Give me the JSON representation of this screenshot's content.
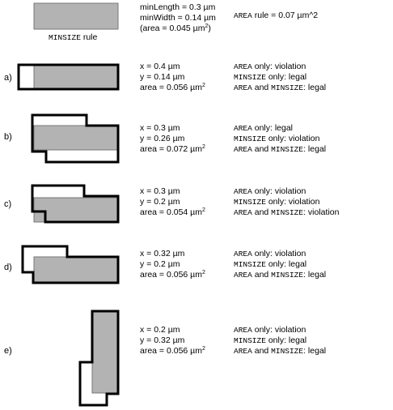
{
  "header": {
    "rule_caption_mono": "MINSIZE",
    "rule_caption_rest": " rule",
    "min_length": "minLength = 0.3 µm",
    "min_width": "minWidth = 0.14 µm",
    "area_note_pre": "(area = 0.045 µm",
    "area_note_sup": "2",
    "area_note_post": ")",
    "area_rule_mono": "AREA",
    "area_rule_rest": " rule = 0.07 µm^2"
  },
  "cases": [
    {
      "label": "a)",
      "x": "x = 0.4 µm",
      "y": "y = 0.14 µm",
      "area": "area = 0.056 µm",
      "sup": "2",
      "r1_mono": "AREA",
      "r1_rest": " only: violation",
      "r2_mono": "MINSIZE",
      "r2_rest": " only: legal",
      "r3_mono1": "AREA",
      "r3_and": " and ",
      "r3_mono2": "MINSIZE",
      "r3_rest": ": legal"
    },
    {
      "label": "b)",
      "x": "x = 0.3 µm",
      "y": "y = 0.26 µm",
      "area": "area = 0.072 µm",
      "sup": "2",
      "r1_mono": "AREA",
      "r1_rest": " only: legal",
      "r2_mono": "MINSIZE",
      "r2_rest": " only: violation",
      "r3_mono1": "AREA",
      "r3_and": " and ",
      "r3_mono2": "MINSIZE",
      "r3_rest": ": legal"
    },
    {
      "label": "c)",
      "x": "x = 0.3 µm",
      "y": "y = 0.2 µm",
      "area": "area = 0.054 µm",
      "sup": "2",
      "r1_mono": "AREA",
      "r1_rest": " only: violation",
      "r2_mono": "MINSIZE",
      "r2_rest": " only: violation",
      "r3_mono1": "AREA",
      "r3_and": " and ",
      "r3_mono2": "MINSIZE",
      "r3_rest": ": violation"
    },
    {
      "label": "d)",
      "x": "x = 0.32 µm",
      "y": "y = 0.2 µm",
      "area": "area = 0.056 µm",
      "sup": "2",
      "r1_mono": "AREA",
      "r1_rest": " only: violation",
      "r2_mono": "MINSIZE",
      "r2_rest": " only: legal",
      "r3_mono1": "AREA",
      "r3_and": " and ",
      "r3_mono2": "MINSIZE",
      "r3_rest": ": legal"
    },
    {
      "label": "e)",
      "x": "x = 0.2 µm",
      "y": "y = 0.32 µm",
      "area": "area = 0.056 µm",
      "sup": "2",
      "r1_mono": "AREA",
      "r1_rest": " only: violation",
      "r2_mono": "MINSIZE",
      "r2_rest": " only: legal",
      "r3_mono1": "AREA",
      "r3_and": " and ",
      "r3_mono2": "MINSIZE",
      "r3_rest": ": legal"
    }
  ],
  "colors": {
    "fill": "#b3b3b3",
    "outline": "#000000"
  }
}
